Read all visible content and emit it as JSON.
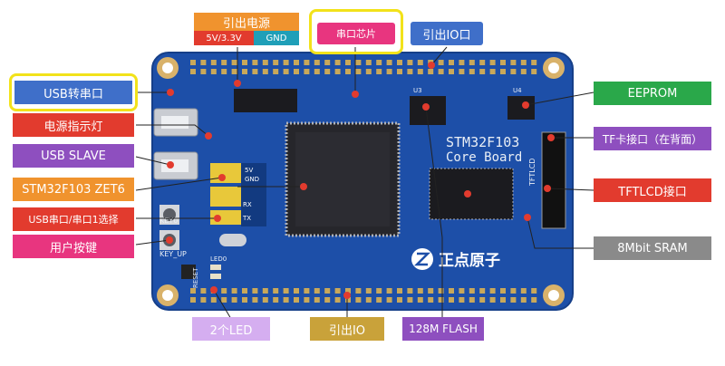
{
  "labels": {
    "power_header": "引出电源",
    "power_sub_left": "5V/3.3V",
    "power_sub_right": "GND",
    "uart_chip": "串口芯片",
    "io_top": "引出IO口",
    "usb_uart": "USB转串口",
    "power_led": "电源指示灯",
    "usb_slave": "USB SLAVE",
    "mcu": "STM32F103 ZET6",
    "uart_select": "USB串口/串口1选择",
    "user_key": "用户按键",
    "two_led": "2个LED",
    "io_bottom": "引出IO",
    "flash": "128M FLASH",
    "eeprom": "EEPROM",
    "tf_card": "TF卡接口（在背面）",
    "tftlcd": "TFTLCD接口",
    "sram": "8Mbit SRAM"
  },
  "board": {
    "title_line1": "STM32F103",
    "title_line2": "Core Board",
    "brand": "正点原子",
    "silk_key0": "KEY0",
    "silk_keyup": "KEY_UP",
    "silk_reset": "RESET",
    "silk_led": "LED0",
    "silk_tftlcd": "TFTLCD",
    "silk_u3": "U3",
    "silk_u4": "U4",
    "silk_tx": "TX",
    "silk_rx": "RX",
    "silk_5v": "5V",
    "silk_gnd": "GND"
  },
  "colors": {
    "board": "#1d4fa8",
    "orange": "#f0932e",
    "red": "#e23b2e",
    "blue": "#3f6fc9",
    "purple": "#8e4fbf",
    "pink": "#e8357f",
    "green": "#2aa84a",
    "gray": "#8a8a8a",
    "lavender": "#d5aef0",
    "gold": "#c9a23a",
    "highlight": "#f2e21a"
  }
}
